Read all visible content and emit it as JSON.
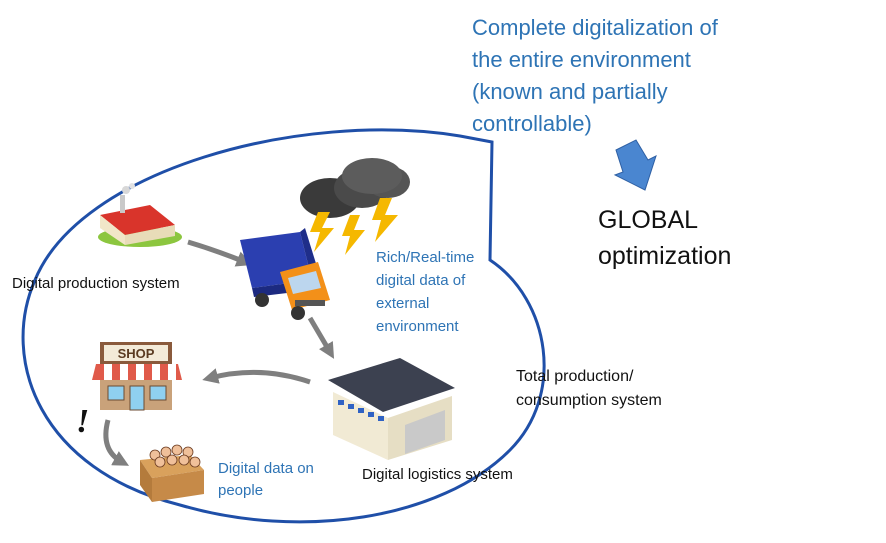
{
  "headline": {
    "text": "Complete digitalization of\nthe entire environment\n(known and partially\ncontrollable)",
    "color": "#2e74b5"
  },
  "result": {
    "line1": "GLOBAL",
    "line2": "optimization"
  },
  "labels": {
    "production": "Digital production system",
    "realtime_data": "Rich/Real-time\ndigital data of\nexternal\nenvironment",
    "total_system": "Total production/\nconsumption system",
    "people_data": "Digital data on\npeople",
    "logistics": "Digital logistics system",
    "shop_sign": "SHOP",
    "exclamation": "!"
  },
  "colors": {
    "accent_blue": "#2e74b5",
    "arrow_gray": "#7f7f7f",
    "down_arrow": "#4a86d0"
  },
  "icons": [
    "factory-icon",
    "storm-cloud-icon",
    "truck-icon",
    "shop-icon",
    "warehouse-icon",
    "people-box-icon"
  ]
}
